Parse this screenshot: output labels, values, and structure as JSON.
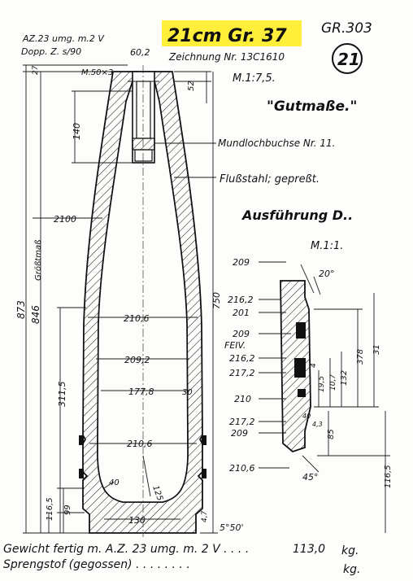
{
  "header": {
    "title": "21cm Gr. 37",
    "title_highlight": "#ffef3a",
    "sheet_code": "GR.303",
    "page_number": "21",
    "fuze_note_1": "AZ.23 umg. m.2 V",
    "fuze_note_2": "Dopp. Z. s/90",
    "drawing_ref": "Zeichnung Nr. 13C1610",
    "scale": "M.1:7,5.",
    "gutmasse": "\"Gutmaße.\""
  },
  "labels": {
    "mundloch": "Mundlochbuchse Nr. 11.",
    "material": "Flußstahl; gepreßt.",
    "ausfuehrung": "Ausführung D..",
    "detail_scale": "M.1:1.",
    "feiv": "FEIV."
  },
  "dims": {
    "top_thread": "M.50×3",
    "nose_dia": "60,2",
    "top_step": "52",
    "depth_140": "140",
    "len_27": "27",
    "len_873": "873",
    "len_846": "846",
    "grossmass": "Größtmaß",
    "radius_2100": "2100",
    "len_750": "750",
    "d_2106_upper": "210,6",
    "d_2092": "209,2",
    "d_1778": "177,8",
    "d_30": "30",
    "len_3115": "311,5",
    "d_2106_lower": "210,6",
    "r_40": "40",
    "r_125": "125",
    "len_1165": "116,5",
    "len_99": "99",
    "d_130": "130",
    "len_47": "4,7",
    "angle_550": "5°50'"
  },
  "detail": {
    "d_209_a": "209",
    "d_2162_a": "216,2",
    "d_201": "201",
    "d_209_b": "209",
    "d_2162_b": "216,2",
    "d_2172_a": "217,2",
    "d_210": "210",
    "d_2172_b": "217,2",
    "d_209_c": "209",
    "d_2106": "210,6",
    "angle_20": "20°",
    "angle_45": "45°",
    "h_378": "378",
    "h_31": "31",
    "h_132": "132",
    "h_107": "10,7",
    "h_195": "19,5",
    "h_4": "4",
    "h_85": "85",
    "h_1165": "116,5",
    "w_40": "40",
    "w_43": "4,3"
  },
  "footer": {
    "weight_label": "Gewicht fertig  m. A.Z. 23 umg. m. 2 V .   .   .   .",
    "weight_value": "113,0",
    "weight_unit": "kg.",
    "charge_label": "Sprengstof (gegossen) .   .   .   .   .   .   .   .",
    "charge_unit": "kg."
  }
}
